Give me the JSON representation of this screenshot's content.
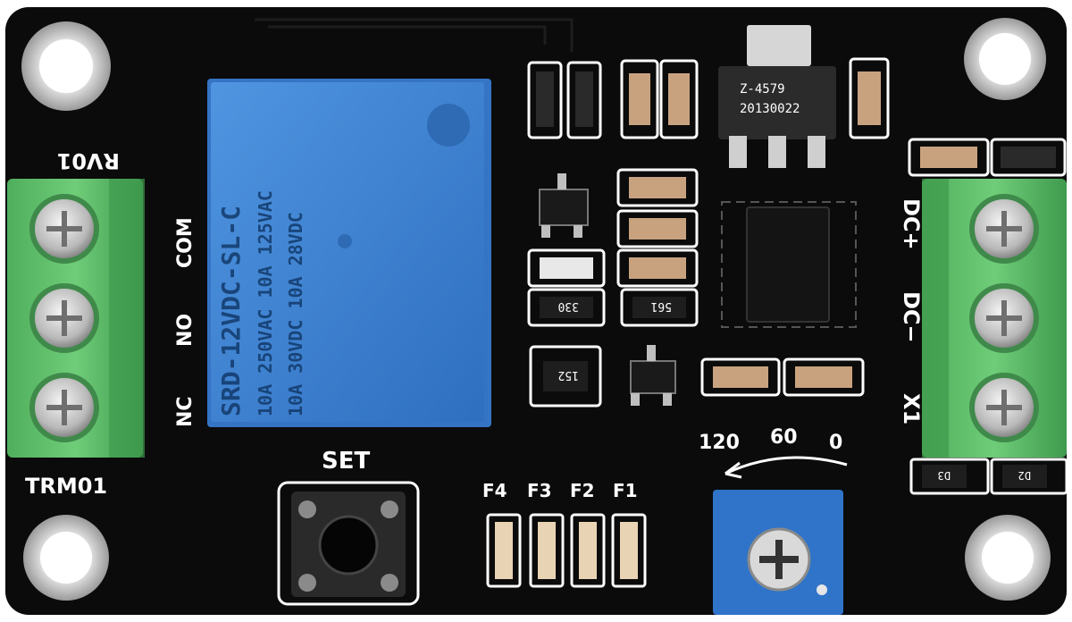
{
  "board": {
    "pcb_color": "#0b0b0b",
    "terminal_color": "#5fbf6a",
    "relay_color": "#3f86d6",
    "trimmer_color": "#2f74c9"
  },
  "labels": {
    "rv01": "RV01",
    "trm01": "TRM01",
    "com": "COM",
    "no": "NO",
    "nc": "NC",
    "dc_plus": "DC+",
    "dc_minus": "DC−",
    "x1": "X1",
    "set": "SET",
    "f1": "F1",
    "f2": "F2",
    "f3": "F3",
    "f4": "F4",
    "scale_120": "120",
    "scale_60": "60",
    "scale_0": "0",
    "d3": "D3",
    "d2": "D2",
    "c330": "330",
    "c561": "561",
    "c152": "152"
  },
  "relay": {
    "line1": "SRD-12VDC-SL-C",
    "line2": "10A 250VAC 10A 125VAC",
    "line3": "10A 30VDC 10A 28VDC"
  },
  "regulator": {
    "line1": "Z-4579",
    "line2": "20130022"
  }
}
